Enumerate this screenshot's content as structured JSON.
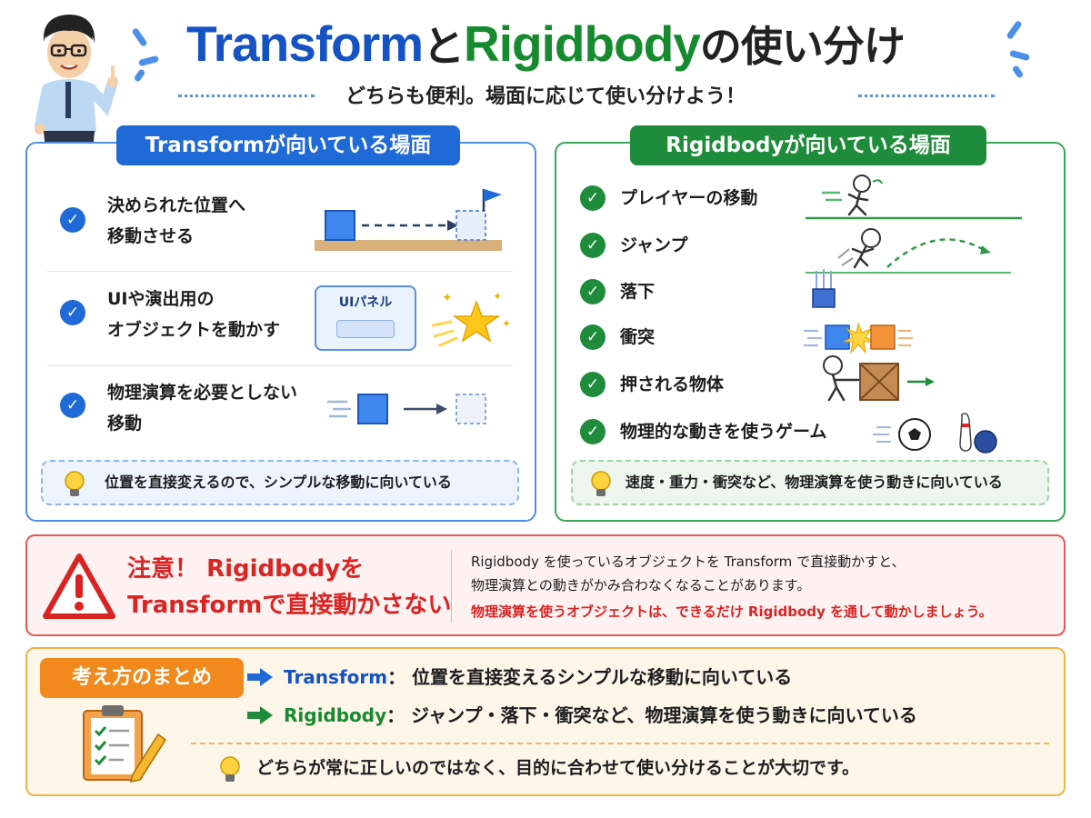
{
  "header": {
    "title_transform": "Transform",
    "title_to": "と",
    "title_rigidbody": "Rigidbody",
    "title_suffix": "の使い分け",
    "subtitle": "どちらも便利。場面に応じて使い分けよう！"
  },
  "transform_panel": {
    "heading": "Transformが向いている場面",
    "items": [
      {
        "line1": "決められた位置へ",
        "line2": "移動させる"
      },
      {
        "line1": "UIや演出用の",
        "line2": "オブジェクトを動かす"
      },
      {
        "line1": "物理演算を必要としない",
        "line2": "移動"
      }
    ],
    "ui_panel_label": "UIパネル",
    "tip": "位置を直接変えるので、シンプルな移動に向いている"
  },
  "rigidbody_panel": {
    "heading": "Rigidbodyが向いている場面",
    "items": [
      "プレイヤーの移動",
      "ジャンプ",
      "落下",
      "衝突",
      "押される物体",
      "物理的な動きを使うゲーム"
    ],
    "tip": "速度・重力・衝突など、物理演算を使う動きに向いている"
  },
  "warning": {
    "title_prefix": "注意！",
    "title_line1_rest": "Rigidbodyを",
    "title_line2": "Transformで直接動かさない",
    "line1": "Rigidbody を使っているオブジェクトを Transform で直接動かすと、",
    "line2": "物理演算との動きがかみ合わなくなることがあります。",
    "line3": "物理演算を使うオブジェクトは、できるだけ Rigidbody を通して動かしましょう。"
  },
  "summary": {
    "label": "考え方のまとめ",
    "transform_name": "Transform",
    "transform_desc": "：  位置を直接変えるシンプルな移動に向いている",
    "rigidbody_name": "Rigidbody",
    "rigidbody_desc": "：  ジャンプ・落下・衝突など、物理演算を使う動きに向いている",
    "note": "どちらが常に正しいのではなく、目的に合わせて使い分けることが大切です。"
  },
  "colors": {
    "blue": "#1f6ad6",
    "green": "#1f8c3b",
    "red": "#d92424",
    "orange": "#f2891c"
  },
  "icons": {
    "check": "check-circle-icon",
    "bulb": "light-bulb-icon",
    "warning": "warning-triangle-icon",
    "clipboard": "clipboard-checklist-icon",
    "arrow": "right-arrow-icon"
  }
}
